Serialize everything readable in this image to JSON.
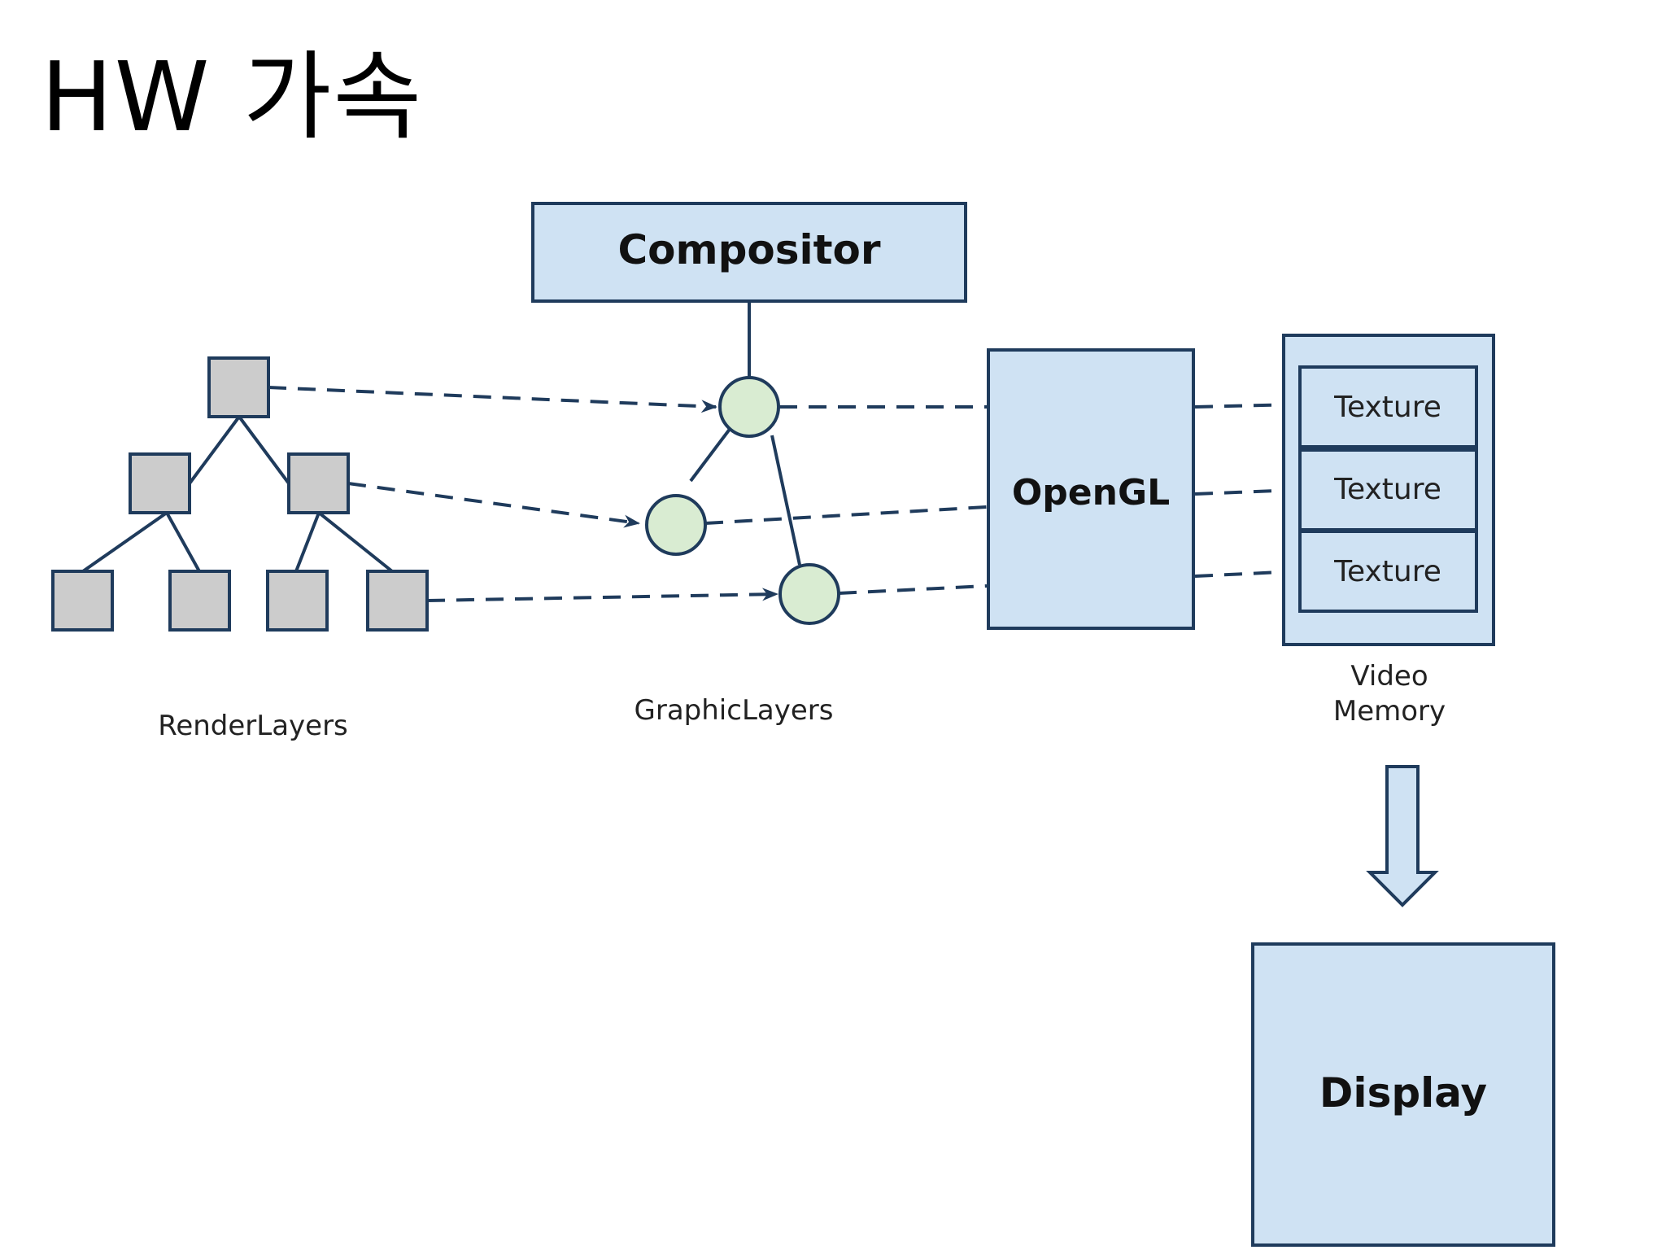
{
  "title": "HW 가속",
  "diagram": {
    "compositor": {
      "label": "Compositor"
    },
    "opengl": {
      "label": "OpenGL"
    },
    "display": {
      "label": "Display"
    },
    "textures": [
      {
        "label": "Texture"
      },
      {
        "label": "Texture"
      },
      {
        "label": "Texture"
      }
    ],
    "video_memory": {
      "line1": "Video",
      "line2": "Memory"
    },
    "render_layers": {
      "label": "RenderLayers"
    },
    "graphic_layers": {
      "label": "GraphicLayers"
    }
  },
  "colors": {
    "box_fill": "#cfe2f3",
    "box_stroke": "#1f3b5c",
    "render_node_fill": "#cccccc",
    "graphic_node_fill": "#d9ecd2",
    "line": "#1f3b5c"
  }
}
